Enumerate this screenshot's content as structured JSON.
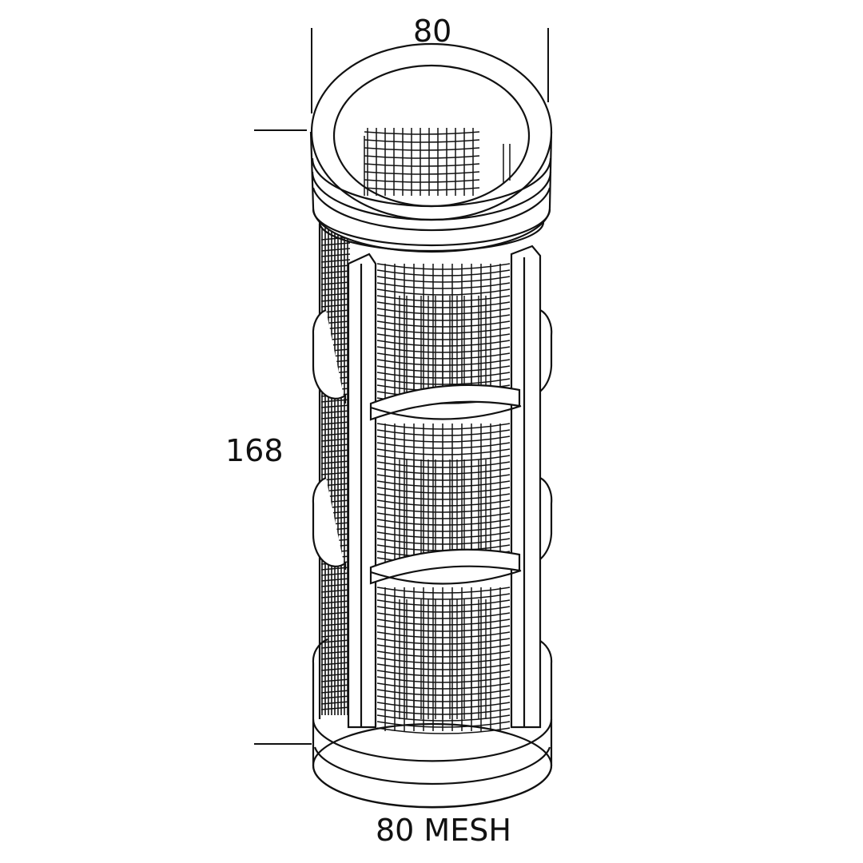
{
  "dimensions": {
    "width_label": "80",
    "height_label": "168"
  },
  "caption": "80 MESH",
  "colors": {
    "line": "#111111",
    "background": "#ffffff"
  }
}
